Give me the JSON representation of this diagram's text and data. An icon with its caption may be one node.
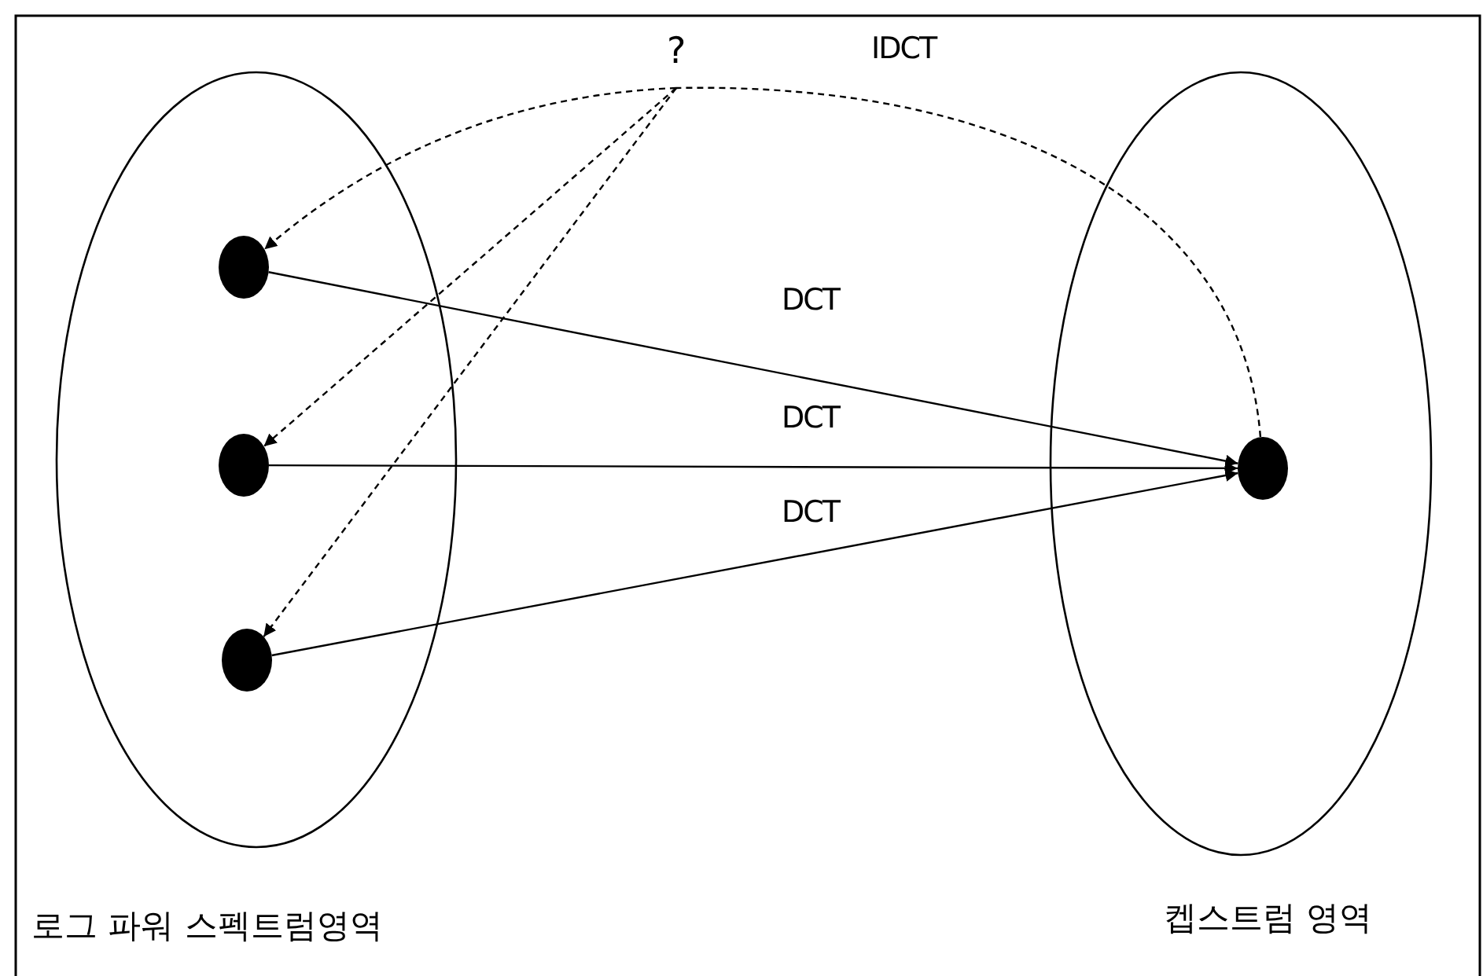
{
  "diagram": {
    "nodes": [
      {
        "text": [
          "로그 파워 스펙트럼영역"
        ]
      },
      {
        "text": [],
        "shape": "circle",
        "in": 0
      },
      {
        "text": [],
        "shape": "circle",
        "in": 0
      },
      {
        "text": [],
        "shape": "circle",
        "in": 0
      },
      {
        "text": [
          "?"
        ]
      },
      {
        "text": [
          "켑스트럼 영역"
        ]
      },
      {
        "text": [],
        "shape": "circle",
        "in": 5
      }
    ],
    "edges": [
      {
        "from": 1,
        "to": 6,
        "arrow": "to",
        "label": "DCT"
      },
      {
        "from": 2,
        "to": 6,
        "arrow": "to",
        "label": "DCT"
      },
      {
        "from": 3,
        "to": 6,
        "arrow": "to",
        "label": "DCT"
      },
      {
        "from": 6,
        "to": 4,
        "arrow": "none",
        "style": "dashed",
        "label": "IDCT"
      },
      {
        "from": 4,
        "to": 1,
        "arrow": "to",
        "style": "dashed"
      },
      {
        "from": 4,
        "to": 2,
        "arrow": "to",
        "style": "dashed"
      },
      {
        "from": 4,
        "to": 3,
        "arrow": "to",
        "style": "dashed"
      }
    ]
  }
}
